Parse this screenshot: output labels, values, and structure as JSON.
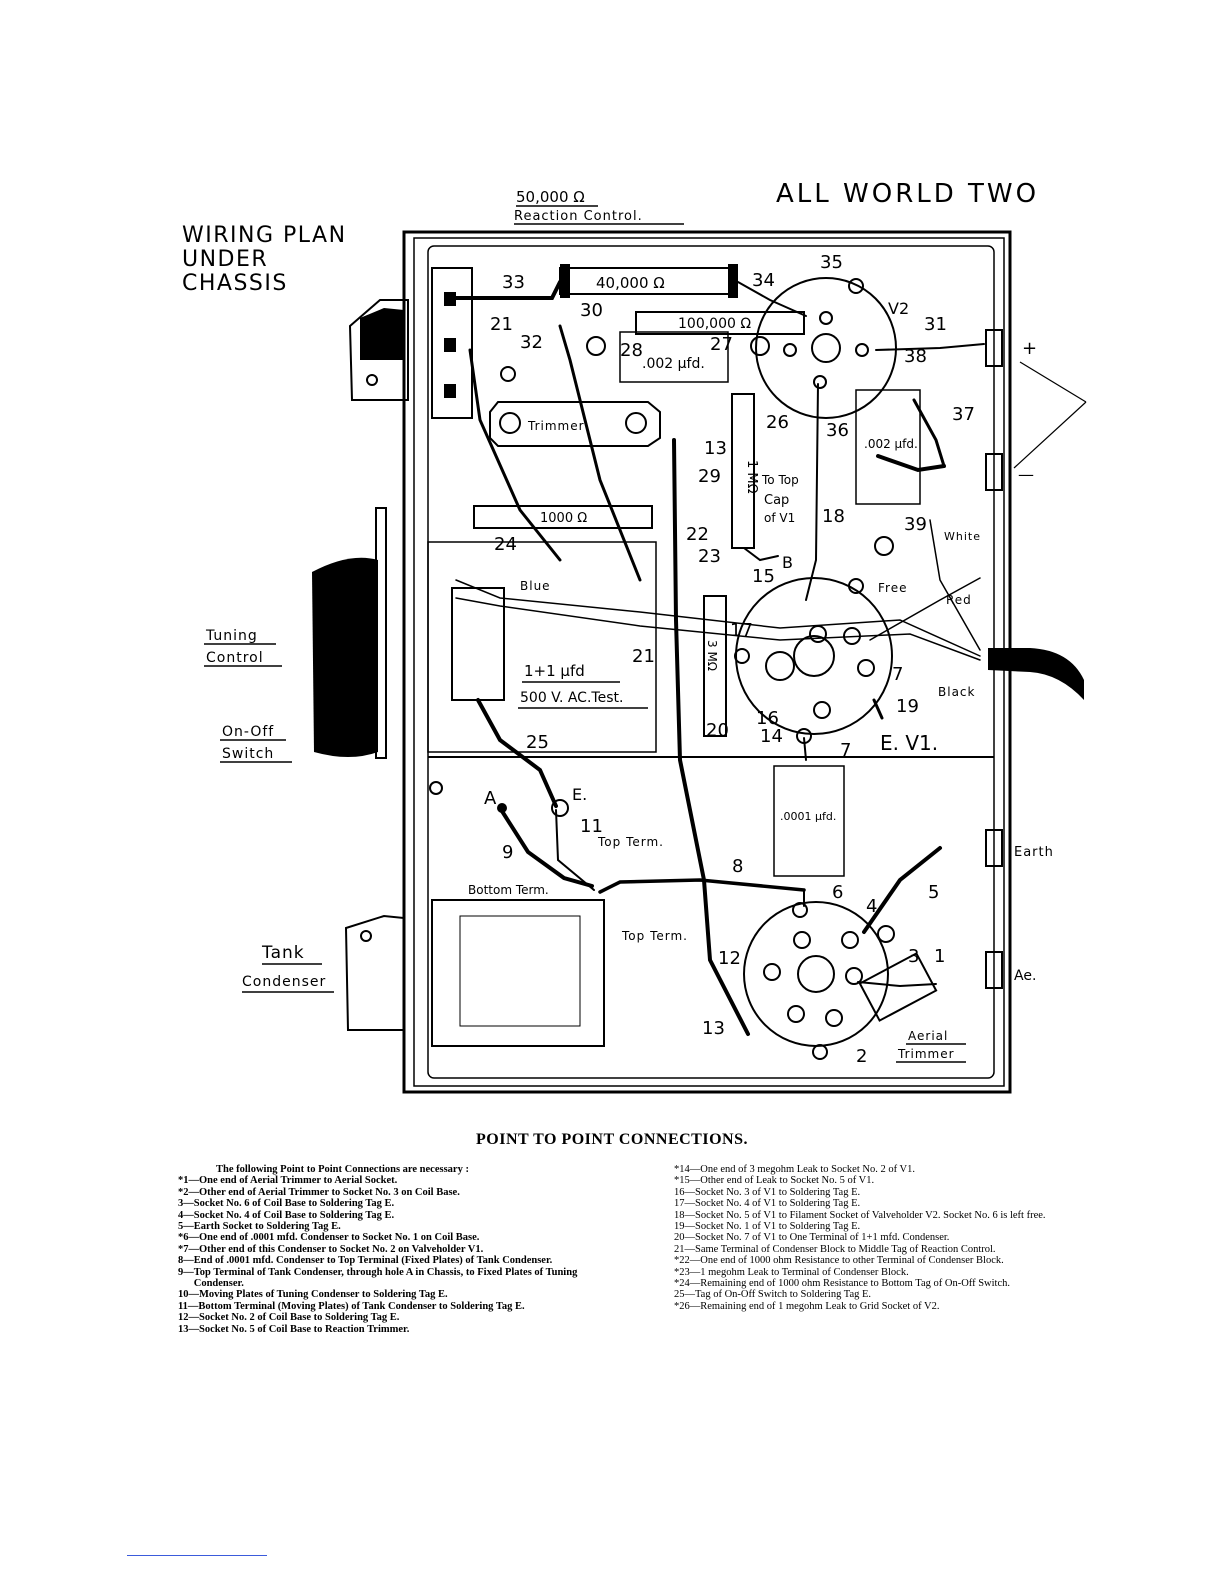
{
  "diagram": {
    "title": "ALL WORLD TWO",
    "subtitle_lines": [
      "WIRING PLAN",
      "UNDER",
      "CHASSIS"
    ],
    "labels": {
      "reaction_value": "50,000 Ω",
      "reaction_control": "Reaction Control.",
      "res_40000": "40,000 Ω",
      "res_100000": "100,000 Ω",
      "res_1000": "1000 Ω",
      "cap_002_a": ".002 μfd.",
      "cap_002_b": ".002 μfd.",
      "cap_0001": ".0001 μfd.",
      "trimmer": "Trimmer",
      "leak_1m": "1 MΩ",
      "leak_3m": "3 MΩ",
      "to_top_cap": [
        "To Top",
        "Cap",
        "of V1"
      ],
      "block_cap_1": "1+1 μfd",
      "block_cap_2": "500 V. AC.Test.",
      "blue": "Blue",
      "white": "White",
      "red": "Red",
      "black": "Black",
      "free": "Free",
      "tuning_control": [
        "Tuning",
        "Control"
      ],
      "on_off_switch": [
        "On-Off",
        "Switch"
      ],
      "tank_condenser": [
        "Tank",
        "Condenser"
      ],
      "top_term_1": "Top Term.",
      "top_term_2": "Top Term.",
      "bottom_term": "Bottom Term.",
      "earth": "Earth",
      "aerial": "Ae.",
      "aerial_trimmer": [
        "Aerial",
        "Trimmer"
      ],
      "v1": "E. V1.",
      "v2": "V2",
      "plus": "+",
      "minus": "—",
      "a_hole": "A",
      "tag_e": "E.",
      "tag_b": "B"
    },
    "wire_numbers": [
      "1",
      "2",
      "3",
      "4",
      "5",
      "6",
      "7",
      "7",
      "8",
      "9",
      "11",
      "12",
      "13",
      "13",
      "14",
      "15",
      "16",
      "17",
      "18",
      "19",
      "20",
      "21",
      "21",
      "22",
      "23",
      "24",
      "25",
      "26",
      "27",
      "28",
      "29",
      "30",
      "31",
      "32",
      "33",
      "34",
      "35",
      "36",
      "37",
      "38",
      "39"
    ]
  },
  "connections": {
    "title": "POINT TO POINT CONNECTIONS.",
    "intro": "The following Point to Point Connections are necessary :",
    "left": [
      {
        "num": "*1—",
        "text": "One end of Aerial Trimmer to Aerial Socket."
      },
      {
        "num": "*2—",
        "text": "Other end of Aerial Trimmer to Socket No. 3 on Coil Base."
      },
      {
        "num": "3—",
        "text": "Socket No. 6 of Coil Base to Soldering Tag E."
      },
      {
        "num": "4—",
        "text": "Socket No. 4 of Coil Base to Soldering Tag E."
      },
      {
        "num": "5—",
        "text": "Earth Socket to Soldering Tag E."
      },
      {
        "num": "*6—",
        "text": "One end of .0001 mfd. Condenser to Socket No. 1 on Coil Base."
      },
      {
        "num": "*7—",
        "text": "Other end of this Condenser to Socket No. 2 on Valveholder V1."
      },
      {
        "num": "8—",
        "text": "End of .0001 mfd. Condenser to Top Terminal (Fixed Plates) of Tank Condenser."
      },
      {
        "num": "9—",
        "text": "Top Terminal of Tank Condenser, through hole A in Chassis, to Fixed Plates of Tuning Condenser."
      },
      {
        "num": "10—",
        "text": "Moving Plates of Tuning Condenser to Soldering Tag E."
      },
      {
        "num": "11—",
        "text": "Bottom Terminal (Moving Plates) of Tank Condenser to Soldering Tag E."
      },
      {
        "num": "12—",
        "text": "Socket No. 2 of Coil Base to Soldering Tag E."
      },
      {
        "num": "13—",
        "text": "Socket No. 5 of Coil Base to Reaction Trimmer."
      }
    ],
    "right": [
      {
        "num": "*14—",
        "text": "One end of 3 megohm Leak to Socket No. 2 of V1."
      },
      {
        "num": "*15—",
        "text": "Other end of Leak to Socket No. 5 of V1."
      },
      {
        "num": "16—",
        "text": "Socket No. 3 of V1 to Soldering Tag E."
      },
      {
        "num": "17—",
        "text": "Socket No. 4 of V1 to Soldering Tag E."
      },
      {
        "num": "18—",
        "text": "Socket No. 5 of V1 to Filament Socket of Valveholder V2. Socket No. 6 is left free."
      },
      {
        "num": "19—",
        "text": "Socket No. 1 of V1 to Soldering Tag E."
      },
      {
        "num": "20—",
        "text": "Socket No. 7 of V1 to One Terminal of 1+1 mfd. Condenser."
      },
      {
        "num": "21—",
        "text": "Same Terminal of Condenser Block to Middle Tag of Reaction Control."
      },
      {
        "num": "*22—",
        "text": "One end of 1000 ohm Resistance to other Terminal of Condenser Block."
      },
      {
        "num": "*23—",
        "text": "1 megohm Leak to Terminal of Condenser Block."
      },
      {
        "num": "*24—",
        "text": "Remaining end of 1000 ohm Resistance to Bottom Tag of On-Off Switch."
      },
      {
        "num": "25—",
        "text": "Tag of On-Off Switch to Soldering Tag E."
      },
      {
        "num": "*26—",
        "text": "Remaining end of 1 megohm Leak to Grid Socket of V2."
      }
    ]
  }
}
